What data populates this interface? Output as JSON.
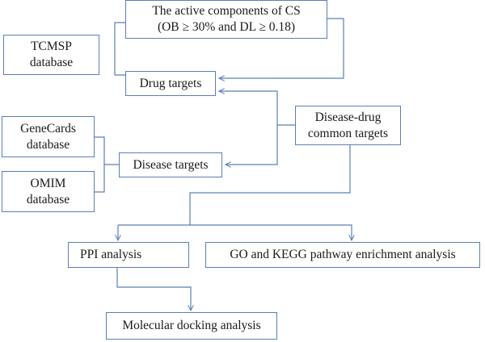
{
  "nodes": {
    "active_components": {
      "line1": "The active components of CS",
      "line2": "(OB ≥ 30% and DL ≥ 0.18)"
    },
    "tcmsp": {
      "line1": "TCMSP",
      "line2": "database"
    },
    "drug_targets": {
      "label": "Drug targets"
    },
    "disease_drug_common": {
      "line1": "Disease-drug",
      "line2": "common targets"
    },
    "genecards": {
      "line1": "GeneCards",
      "line2": "database"
    },
    "disease_targets": {
      "label": "Disease targets"
    },
    "omim": {
      "line1": "OMIM",
      "line2": "database"
    },
    "ppi": {
      "label": "PPI analysis"
    },
    "go_kegg": {
      "label": "GO and KEGG pathway enrichment analysis"
    },
    "docking": {
      "label": "Molecular docking analysis"
    }
  },
  "colors": {
    "stroke": "#5b7fb6",
    "text": "#1a1a1a",
    "background": "#ffffff"
  }
}
